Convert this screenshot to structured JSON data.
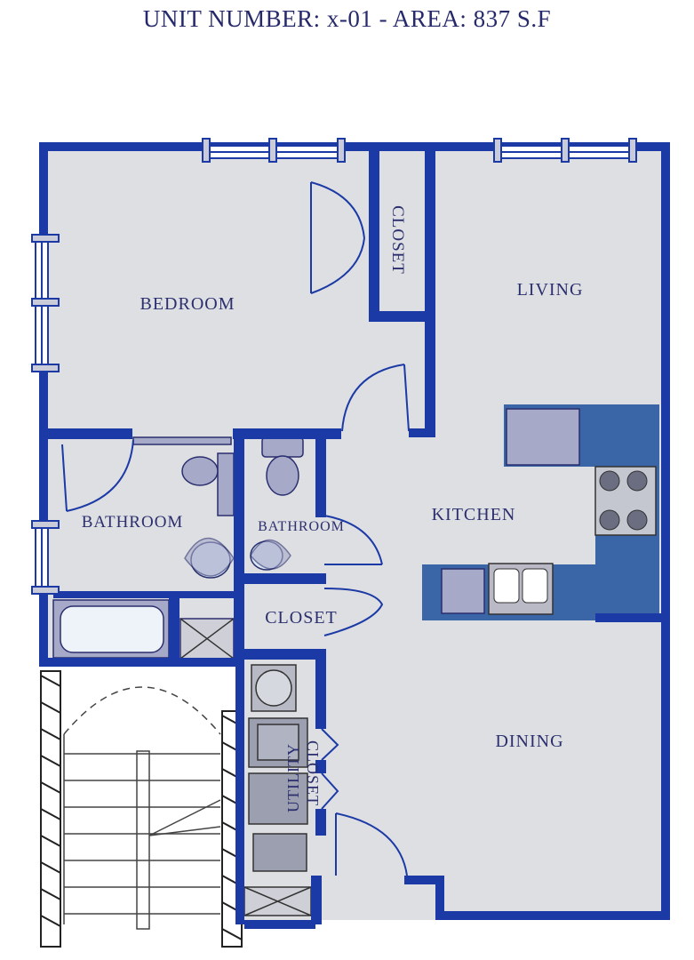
{
  "header": {
    "title": "UNIT NUMBER: x-01  -  AREA: 837 S.F"
  },
  "colors": {
    "wall": "#1c3aa6",
    "floor": "#dedfe2",
    "counter": "#3a66a8",
    "label": "#2b2f6e",
    "fixture": "#a7a9c9"
  },
  "rooms": {
    "bedroom": "BEDROOM",
    "living": "LIVING",
    "closet_bedroom": "CLOSET",
    "kitchen": "KITCHEN",
    "bathroom_main": "BATHROOM",
    "bathroom_small": "BATHROOM",
    "closet_hall": "CLOSET",
    "dining": "DINING",
    "utility": "UTILITY",
    "utility_closet": "CLOSET"
  }
}
